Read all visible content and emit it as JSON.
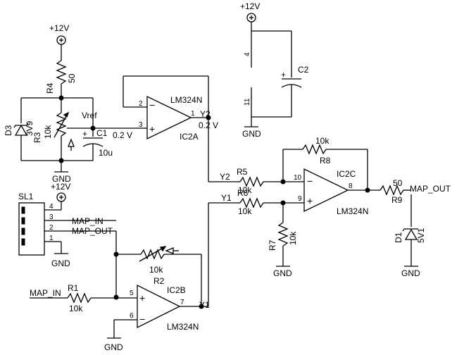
{
  "supply": {
    "label": "+12V"
  },
  "ground": {
    "label": "GND"
  },
  "parts": {
    "r4": {
      "ref": "R4",
      "value": "50"
    },
    "r3": {
      "ref": "R3",
      "value": "10k"
    },
    "d3": {
      "ref": "D3",
      "value": "3V9"
    },
    "c1": {
      "ref": "C1",
      "value": "10u"
    },
    "c2": {
      "ref": "C2"
    },
    "ic2a": {
      "ref": "IC2A",
      "part": "LM324N"
    },
    "ic2b": {
      "ref": "IC2B",
      "part": "LM324N"
    },
    "ic2c": {
      "ref": "IC2C",
      "part": "LM324N"
    },
    "r1": {
      "ref": "R1",
      "value": "10k"
    },
    "r2": {
      "ref": "R2",
      "value": "10k"
    },
    "r5": {
      "ref": "R5",
      "value": "10k"
    },
    "r6": {
      "ref": "R6",
      "value": "10k"
    },
    "r7": {
      "ref": "R7",
      "value": "10k"
    },
    "r8": {
      "ref": "R8",
      "value": "10k"
    },
    "r9": {
      "ref": "R9",
      "value": "50"
    },
    "d1": {
      "ref": "D1",
      "value": "5V1"
    },
    "sl1": {
      "ref": "SL1"
    }
  },
  "nets": {
    "vref": "Vref",
    "vref_voltage": "0.2 V",
    "y1": "Y1",
    "y2": "Y2",
    "map_in": "MAP_IN",
    "map_out": "MAP_OUT"
  },
  "pins": {
    "ic2a": {
      "inv": "2",
      "noninv": "3",
      "out": "1"
    },
    "ic2b": {
      "noninv": "5",
      "inv": "6",
      "out": "7"
    },
    "ic2c": {
      "inv": "10",
      "noninv": "9",
      "out": "8"
    },
    "supply": {
      "vcc": "4",
      "gnd": "11"
    },
    "sl1": [
      "4",
      "3",
      "2",
      "1"
    ]
  },
  "op_signs": {
    "minus": "−",
    "plus": "+"
  },
  "cap_polarity": "+"
}
